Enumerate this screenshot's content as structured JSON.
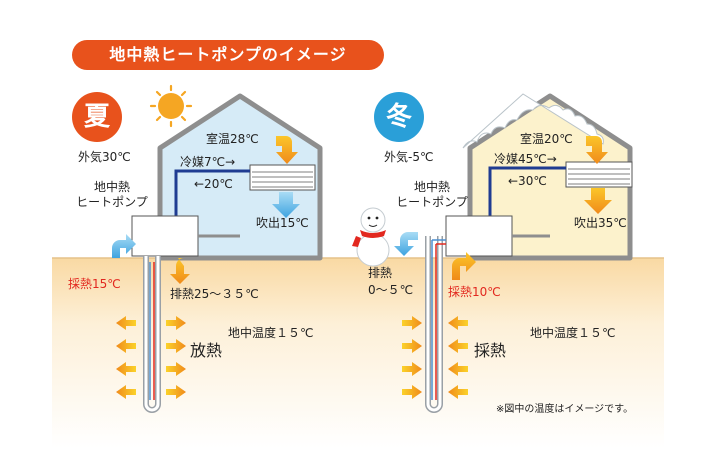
{
  "title": "地中熱ヒートポンプのイメージ",
  "summer": {
    "season_label": "夏",
    "outside_temp": "外気30℃",
    "heat_pump_label_1": "地中熱",
    "heat_pump_label_2": "ヒートポンプ",
    "room_temp": "室温28℃",
    "refrigerant": "冷媒7℃→",
    "return_temp": "←20℃",
    "outlet_temp": "吹出15℃",
    "heat_collect": "採熱15℃",
    "heat_discharge": "排熱25～３５℃",
    "ground_temp": "地中温度１５℃",
    "mode": "放熱"
  },
  "winter": {
    "season_label": "冬",
    "outside_temp": "外気-5℃",
    "heat_pump_label_1": "地中熱",
    "heat_pump_label_2": "ヒートポンプ",
    "room_temp": "室温20℃",
    "refrigerant": "冷媒45℃→",
    "return_temp": "←30℃",
    "outlet_temp": "吹出35℃",
    "heat_discharge_1": "排熱",
    "heat_discharge_2": "0～５℃",
    "heat_collect": "採熱10℃",
    "ground_temp": "地中温度１５℃",
    "mode": "採熱"
  },
  "footnote": "※図中の温度はイメージです。",
  "colors": {
    "title_bg": "#e8521c",
    "summer_circle": "#e8521c",
    "winter_circle": "#2a9fd8",
    "summer_house_fill": "#d6ebf7",
    "winter_house_fill": "#fcf2cc",
    "house_outline": "#8e8e8e",
    "ground": "#fbe7c3",
    "pipe_blue": "#1f3c92",
    "pipe_red": "#e2281f",
    "arrow_orange": "#f3a21a",
    "arrow_blue": "#58b4e6",
    "text_red": "#e2281f"
  }
}
